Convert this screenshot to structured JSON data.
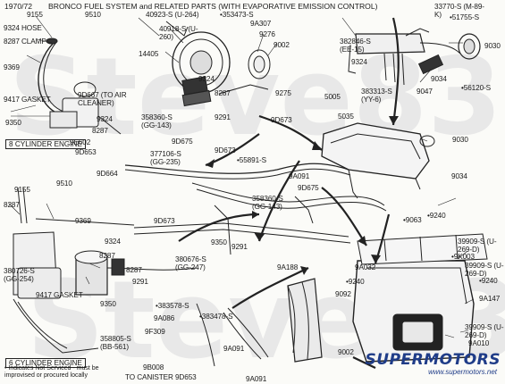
{
  "header": {
    "years": "1970/72",
    "title": "BRONCO FUEL SYSTEM and RELATED PARTS (WITH EVAPORATIVE EMISSION CONTROL)"
  },
  "watermark": "Steve83",
  "boxes": {
    "engine_8": "8 CYLINDER ENGINE",
    "engine_6": "6 CYLINDER ENGINE"
  },
  "footnote": {
    "line1": "• Indicates Not Serviced - must be",
    "line2": "improvised or procured locally"
  },
  "logo": {
    "name": "SUPERMOTORS",
    "url": "www.supermotors.net"
  },
  "labels": [
    "9155",
    "9324 HOSE",
    "8287 CLAMP",
    "9369",
    "9417 GASKET",
    "9350",
    "9510",
    "40923-S (U-264)",
    "•353473-S",
    "40918-S (U-260)",
    "14405",
    "9A307",
    "9276",
    "9002",
    "9275",
    "9324",
    "8287",
    "33770-S (M-89-K)",
    "•51755-S",
    "9030",
    "382846-S (EE-15)",
    "9324",
    "383313-S (YY-6)",
    "9047",
    "9034",
    "•56120-S",
    "9D667 (TO AIR CLEANER)",
    "358360-S (GG-143)",
    "9324",
    "8287",
    "9291",
    "9D673",
    "9E602",
    "9D653",
    "9D675",
    "377106-S (GG-235)",
    "•55891-S",
    "9D673",
    "5005",
    "5035",
    "9030",
    "9034",
    "9D664",
    "9A091",
    "9D675",
    "358360-S (GG-143)",
    "9155",
    "8287",
    "9510",
    "9369",
    "9D673",
    "9350",
    "9324",
    "8287",
    "380726-S (GG-254)",
    "9417 GASKET",
    "380676-S (GG-247)",
    "9291",
    "8287",
    "9291",
    "9350",
    "358805-S (BB-561)",
    "•383578-S",
    "9A086",
    "•383478-S",
    "9F309",
    "9A188",
    "9A091",
    "9B008",
    "TO CANISTER 9D653",
    "9A091",
    "9092",
    "•9240",
    "9A032",
    "•9063",
    "•9240",
    "39909-S (U-269-D)",
    "•9K003",
    "39909-S (U-269-D)",
    "•9240",
    "9A147",
    "39909-S (U-269-D)",
    "9A010",
    "9002"
  ]
}
